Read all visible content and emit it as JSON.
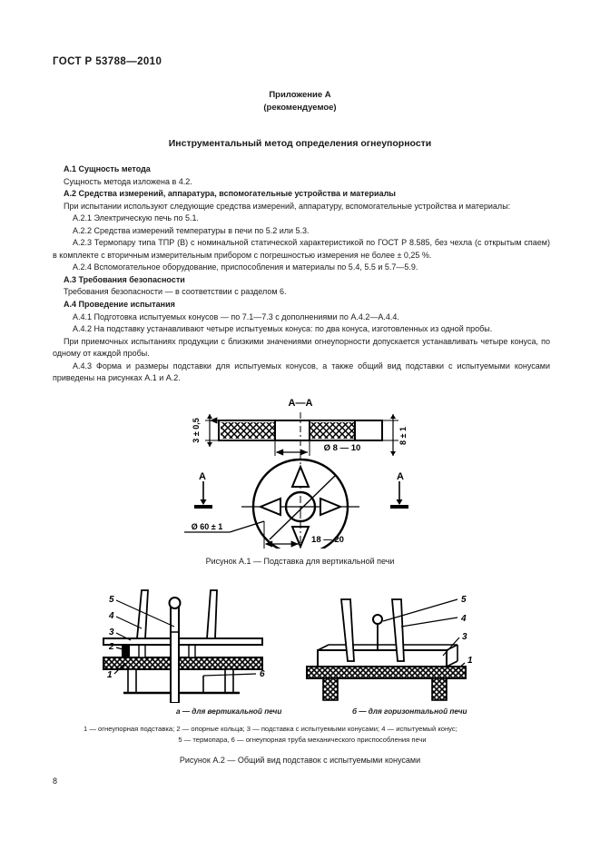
{
  "header": {
    "standard_number": "ГОСТ Р 53788—2010"
  },
  "annex": {
    "line1": "Приложение А",
    "line2": "(рекомендуемое)"
  },
  "title": "Инструментальный метод определения огнеупорности",
  "sections": [
    {
      "id": "a1-heading",
      "bold": true,
      "indent": "ind3",
      "text": "А.1  Сущность метода"
    },
    {
      "id": "a1-body",
      "bold": false,
      "indent": "ind3",
      "text": "Сущность метода изложена в 4.2."
    },
    {
      "id": "a2-heading",
      "bold": true,
      "indent": "ind3",
      "text": "А.2  Средства измерений, аппаратура, вспомогательные устройства и материалы"
    },
    {
      "id": "a2-body",
      "bold": false,
      "indent": "ind3",
      "text": "При испытании используют следующие средства измерений, аппаратуру, вспомогательные устройства и материалы:"
    },
    {
      "id": "a2-1",
      "bold": false,
      "indent": "ind2",
      "text": "А.2.1  Электрическую печь по 5.1."
    },
    {
      "id": "a2-2",
      "bold": false,
      "indent": "ind2",
      "text": "А.2.2  Средства измерений температуры в печи по 5.2 или 5.3."
    },
    {
      "id": "a2-3",
      "bold": false,
      "indent": "ind2",
      "text": "А.2.3  Термопару типа ТПР (В) с номинальной статической характеристикой по ГОСТ Р 8.585, без чехла (с открытым спаем) в комплекте с вторичным измерительным прибором с погрешностью измерения не более ± 0,25 %."
    },
    {
      "id": "a2-4",
      "bold": false,
      "indent": "ind2",
      "text": "А.2.4  Вспомогательное оборудование, приспособления и материалы по 5.4, 5.5 и 5.7—5.9."
    },
    {
      "id": "a3-heading",
      "bold": true,
      "indent": "ind3",
      "text": "А.3  Требования безопасности"
    },
    {
      "id": "a3-body",
      "bold": false,
      "indent": "ind3",
      "text": "Требования безопасности — в соответствии с разделом 6."
    },
    {
      "id": "a4-heading",
      "bold": true,
      "indent": "ind3",
      "text": "А.4  Проведение испытания"
    },
    {
      "id": "a4-1",
      "bold": false,
      "indent": "ind2",
      "text": "А.4.1  Подготовка испытуемых конусов — по 7.1—7.3 с дополнениями по А.4.2—А.4.4."
    },
    {
      "id": "a4-2",
      "bold": false,
      "indent": "ind2",
      "text": "А.4.2  На подставку устанавливают четыре испытуемых конуса: по два конуса, изготовленных из одной пробы."
    },
    {
      "id": "a4-2b",
      "bold": false,
      "indent": "ind3",
      "text": "При приемочных испытаниях продукции с близкими значениями огнеупорности допускается устанавливать четыре конуса, по одному от каждой пробы."
    },
    {
      "id": "a4-3",
      "bold": false,
      "indent": "ind2",
      "text": "А.4.3  Форма и размеры подставки для испытуемых конусов, а также общий вид подставки с испытуемыми конусами приведены на рисунках А.1 и А.2."
    }
  ],
  "figure_a1": {
    "section_label": "А—А",
    "dim_thickness": "3 ± 0,5",
    "dim_hole": "Ø 8 — 10",
    "dim_height": "8 ± 1",
    "dim_diameter": "Ø 60 ± 1",
    "dim_spacing": "18 — 20",
    "arrow_left": "А",
    "arrow_right": "А",
    "caption": "Рисунок А.1 — Подставка для вертикальной печи"
  },
  "figure_a2": {
    "callouts_left": [
      "5",
      "4",
      "3",
      "2",
      "1"
    ],
    "callout_right_a": "6",
    "callouts_right_b": [
      "5",
      "4",
      "3",
      "1"
    ],
    "subcaption_a": "а — для вертикальной печи",
    "subcaption_b": "б — для горизонтальной печи",
    "legend_line1": "1 — огнеупорная подставка; 2 — опорные кольца; 3 — подставка с испытуемыми конусами; 4 — испытуемый конус;",
    "legend_line2": "5 — термопара, 6 — огнеупорная труба механического приспособления печи",
    "caption": "Рисунок А.2 — Общий вид подставок с испытуемыми конусами"
  },
  "footer": {
    "page_number": "8"
  }
}
